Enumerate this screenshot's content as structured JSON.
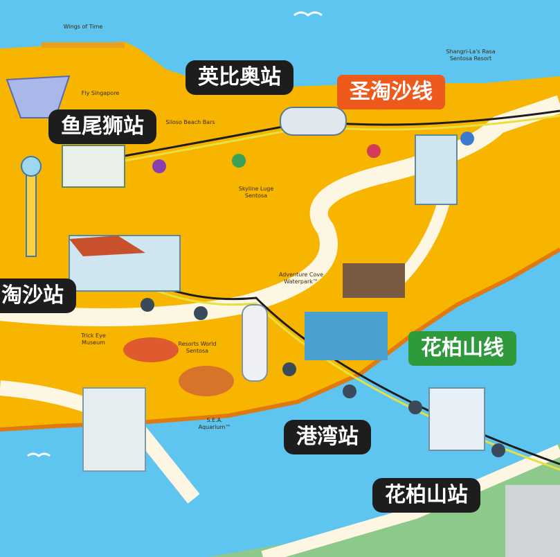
{
  "stations": {
    "imbiah": "英比奥站",
    "merlion": "鱼尾狮站",
    "sentosa": "淘沙站",
    "harbourfront": "港湾站",
    "mount_faber": "花柏山站"
  },
  "lines": {
    "sentosa_line": "圣淘沙线",
    "mount_faber_line": "花柏山线"
  },
  "attractions": {
    "wings_of_time": "Wings of Time",
    "fly_singapore": "Fly Singapore",
    "siloso_beach_bars": "Siloso Beach Bars",
    "shangri_la": "Shangri-La's Rasa Sentosa Resort",
    "skyline_luge": "Skyline Luge Sentosa",
    "adventure_cove": "Adventure Cove Waterpark™",
    "trick_eye": "Trick Eye Museum",
    "resorts_world": "Resorts World Sentosa",
    "sea_aquarium": "S.E.A. Aquarium™"
  },
  "colors": {
    "sea": "#5ec4f0",
    "land": "#f7b500",
    "road": "#fdf6e3",
    "mainland": "#8cc98a",
    "sentosa_line": "#ee5a1c",
    "mount_faber_line": "#2f9a3c"
  }
}
